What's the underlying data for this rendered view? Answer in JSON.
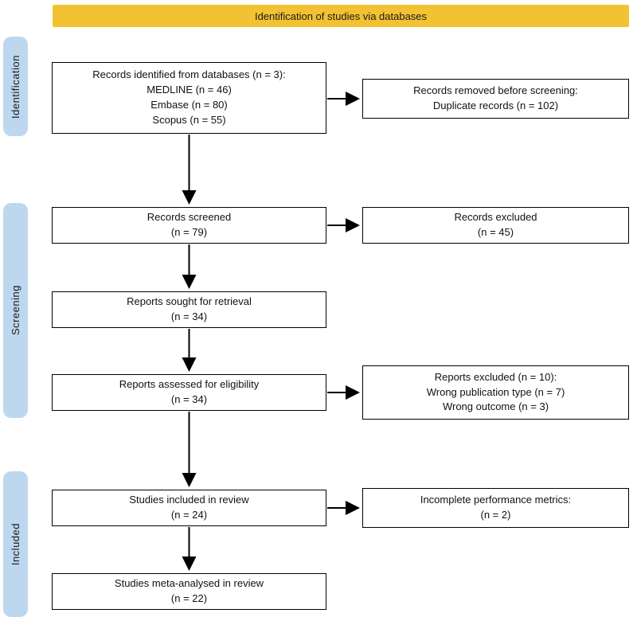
{
  "colors": {
    "banner": "#F2C233",
    "stage": "#BDD7EE"
  },
  "banner": {
    "title": "Identification of studies via databases"
  },
  "stages": {
    "identification": "Identification",
    "screening": "Screening",
    "included": "Included"
  },
  "flow": {
    "records_identified": "Records identified from databases (n = 3):\nMEDLINE (n =  46)\nEmbase (n =  80)\nScopus (n =  55)",
    "records_removed": "Records removed before screening:\nDuplicate records (n = 102)",
    "records_screened": "Records screened\n(n = 79)",
    "records_excluded": "Records excluded\n(n = 45)",
    "reports_sought": "Reports sought for retrieval\n(n = 34)",
    "reports_assessed": "Reports assessed for eligibility\n(n = 34)",
    "reports_excluded": "Reports excluded (n = 10):\nWrong publication type (n =  7)\nWrong outcome (n =  3)",
    "studies_included": "Studies included in review\n(n = 24)",
    "incomplete_metrics": "Incomplete performance metrics:\n(n = 2)",
    "studies_meta": "Studies meta-analysed in review\n(n = 22)"
  }
}
